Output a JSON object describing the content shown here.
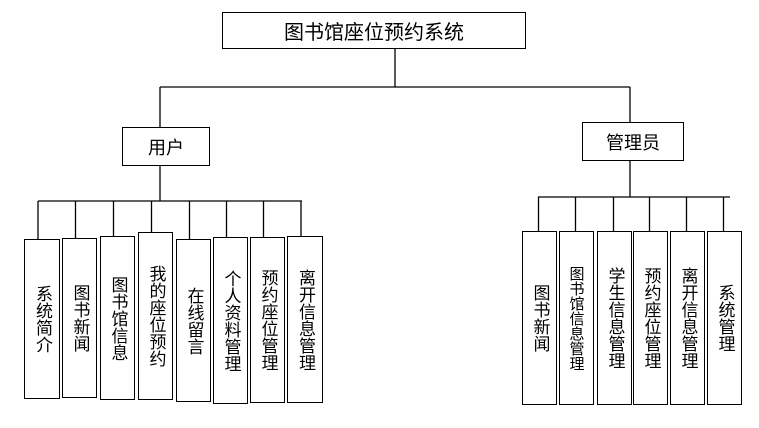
{
  "root": {
    "label": "图书馆座位预约系统"
  },
  "roles": [
    {
      "label": "用户",
      "modules": [
        "系统简介",
        "图书新闻",
        "图书馆信息",
        "我的座位预约",
        "在线留言",
        "个人资料管理",
        "预约座位管理",
        "离开信息管理"
      ]
    },
    {
      "label": "管理员",
      "modules": [
        "图书新闻",
        "图书馆信息管理",
        "学生信息管理",
        "预约座位管理",
        "离开信息管理",
        "系统管理"
      ]
    }
  ]
}
